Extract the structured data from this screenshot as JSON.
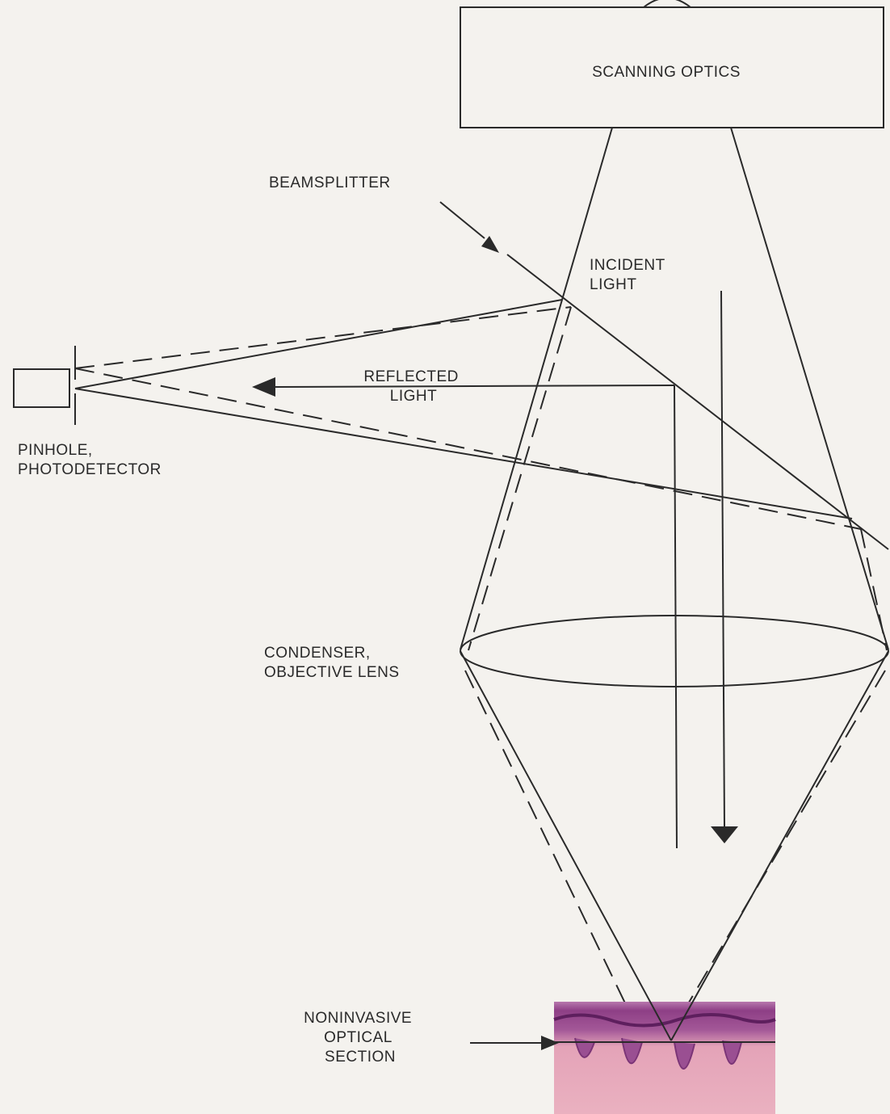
{
  "labels": {
    "scanning_optics": "SCANNING OPTICS",
    "beamsplitter": "BEAMSPLITTER",
    "incident_light": [
      "INCIDENT",
      "LIGHT"
    ],
    "reflected_light": [
      "REFLECTED",
      "LIGHT"
    ],
    "pinhole_photodetector": [
      "PINHOLE,",
      "PHOTODETECTOR"
    ],
    "condenser_objective_lens": [
      "CONDENSER,",
      "OBJECTIVE LENS"
    ],
    "noninvasive_optical_section": [
      "NONINVASIVE",
      "OPTICAL",
      "SECTION"
    ]
  },
  "colors": {
    "background": "#f4f2ee",
    "line": "#2a2a2a",
    "tissue_pink": "#e9a9b9",
    "tissue_purple": "#8e3f86"
  }
}
